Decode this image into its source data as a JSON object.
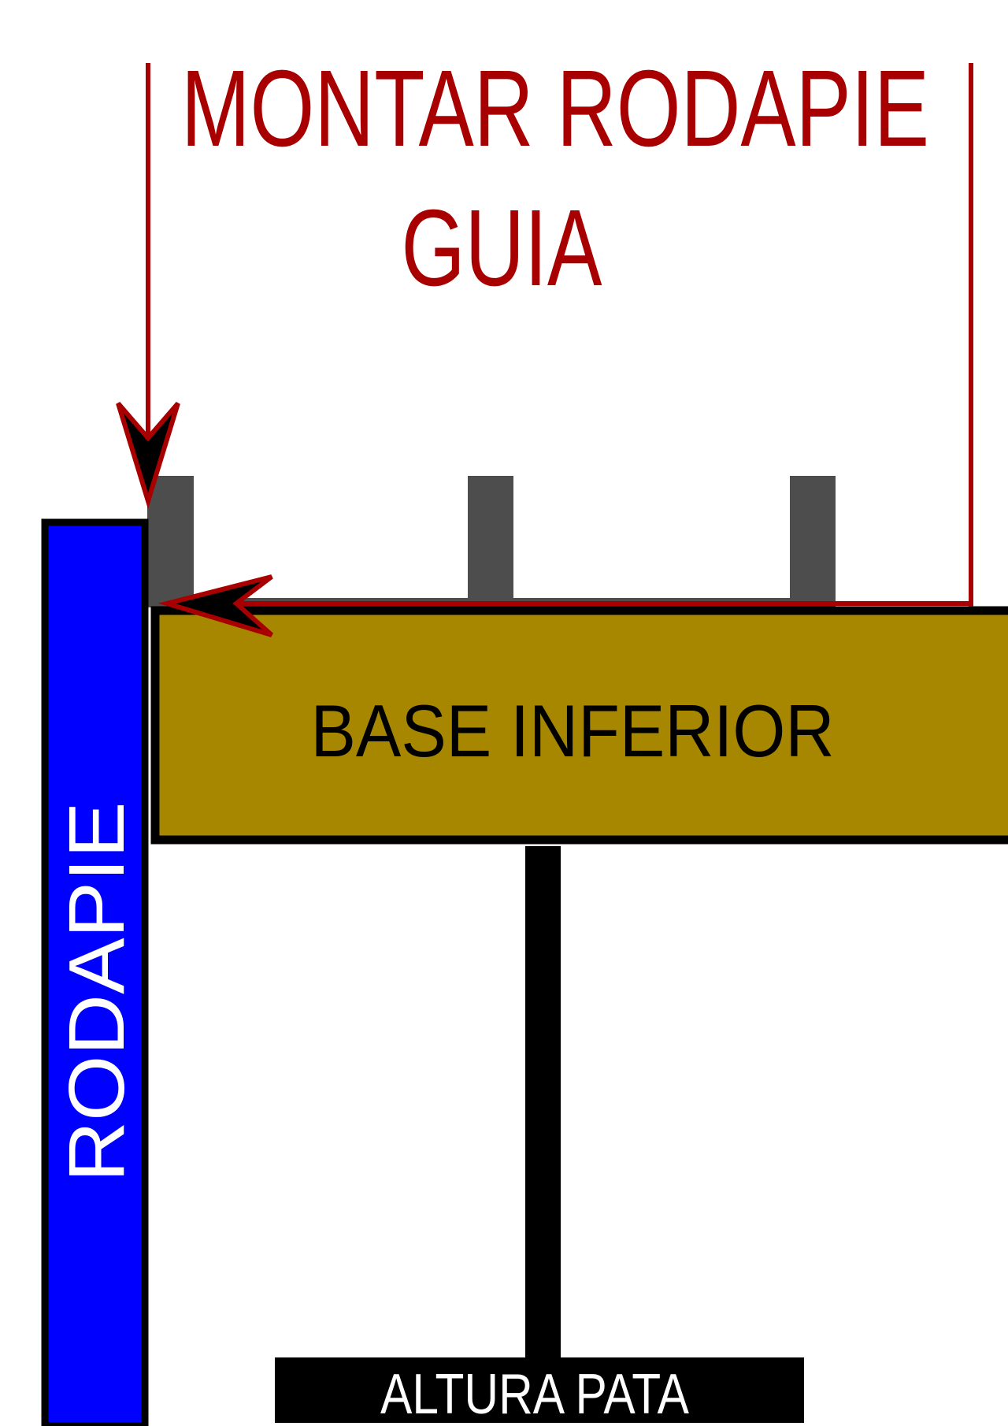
{
  "title": {
    "line1": "MONTAR RODAPIE",
    "line2": "GUIA"
  },
  "labels": {
    "base": "BASE INFERIOR",
    "rodapie": "RODAPIE",
    "altura": "ALTURA PATA"
  },
  "colors": {
    "accent": "#a80000",
    "rodapie": "#0000ff",
    "base": "#a88700",
    "guide": "#4d4d4d",
    "ink": "#000000",
    "paper": "#ffffff"
  }
}
